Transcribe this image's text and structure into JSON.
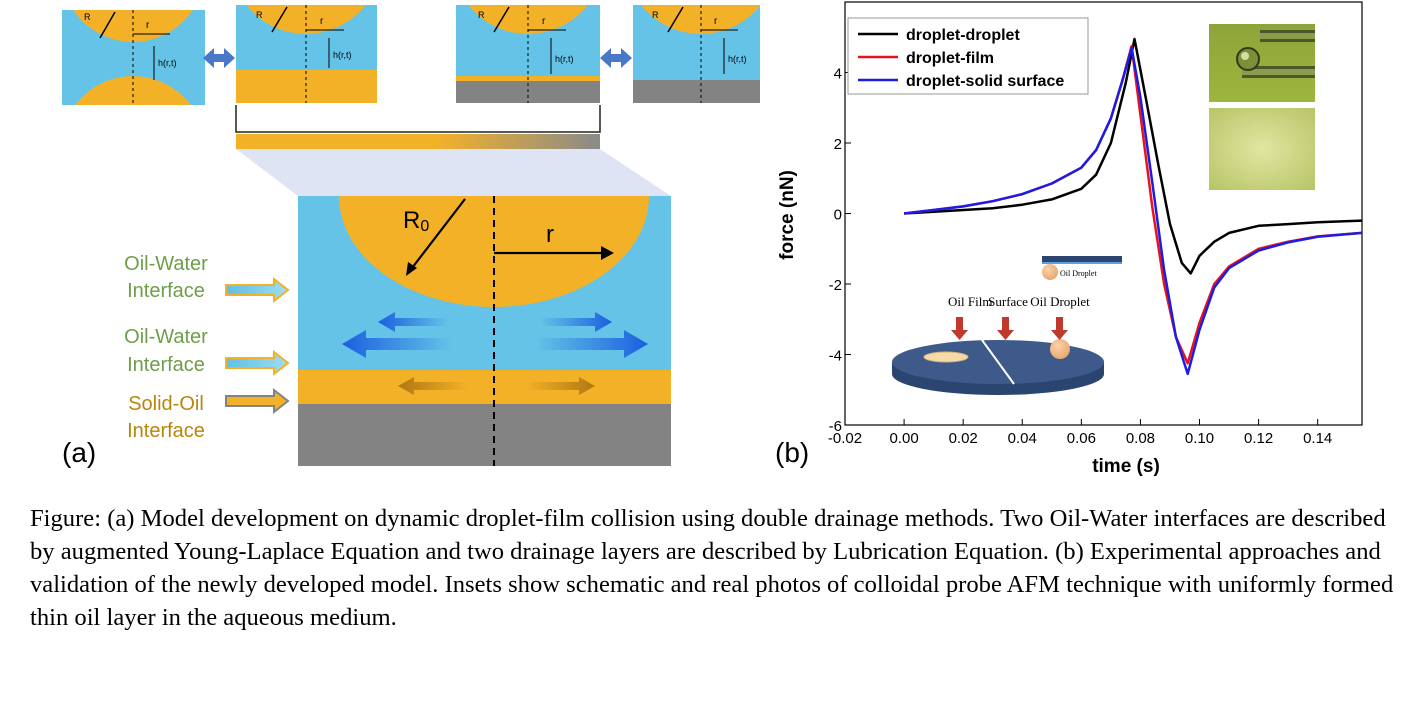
{
  "panel_a": {
    "label": "(a)",
    "symbols": {
      "radius": "R",
      "radius_sub": "0",
      "radial": "r",
      "height": "h(r,t)"
    },
    "interface_labels": [
      {
        "line1": "Oil-Water",
        "line2": "Interface",
        "color": "#6f9e4a"
      },
      {
        "line1": "Oil-Water",
        "line2": "Interface",
        "color": "#6f9e4a"
      },
      {
        "line1": "Solid-Oil",
        "line2": "Interface",
        "color": "#b8860b"
      }
    ],
    "colors": {
      "water": "#64c3e6",
      "oil": "#f3b128",
      "solid": "#838383",
      "arrow_blue": "#1a5fe0",
      "arrow_gold": "#c68a16",
      "double_arrow": "#4a78c8"
    }
  },
  "panel_b": {
    "label": "(b)",
    "insets": {
      "labels": [
        "Oil Film",
        "Surface",
        "Oil Droplet"
      ],
      "small_label": "Oil Droplet"
    }
  },
  "chart_data": {
    "type": "line",
    "xlabel": "time (s)",
    "ylabel": "force (nN)",
    "xlim": [
      -0.02,
      0.155
    ],
    "ylim": [
      -6,
      6
    ],
    "x_ticks": [
      "-0.02",
      "0.00",
      "0.02",
      "0.04",
      "0.06",
      "0.08",
      "0.10",
      "0.12",
      "0.14"
    ],
    "y_ticks": [
      "-6",
      "-4",
      "-2",
      "0",
      "2",
      "4"
    ],
    "legend_position": "top-left",
    "series": [
      {
        "name": "droplet-droplet",
        "color": "#000000",
        "x": [
          0.0,
          0.01,
          0.02,
          0.03,
          0.04,
          0.05,
          0.06,
          0.065,
          0.07,
          0.075,
          0.078,
          0.082,
          0.086,
          0.09,
          0.094,
          0.097,
          0.1,
          0.105,
          0.11,
          0.12,
          0.13,
          0.14,
          0.155
        ],
        "y": [
          0.0,
          0.05,
          0.1,
          0.15,
          0.25,
          0.4,
          0.7,
          1.1,
          2.0,
          3.7,
          4.95,
          3.2,
          1.4,
          -0.3,
          -1.4,
          -1.7,
          -1.2,
          -0.8,
          -0.55,
          -0.35,
          -0.3,
          -0.25,
          -0.2
        ]
      },
      {
        "name": "droplet-film",
        "color": "#e8141b",
        "x": [
          0.0,
          0.01,
          0.02,
          0.03,
          0.04,
          0.05,
          0.06,
          0.065,
          0.07,
          0.074,
          0.077,
          0.08,
          0.084,
          0.088,
          0.092,
          0.096,
          0.1,
          0.105,
          0.11,
          0.12,
          0.13,
          0.14,
          0.155
        ],
        "y": [
          0.0,
          0.1,
          0.2,
          0.35,
          0.55,
          0.85,
          1.3,
          1.8,
          2.7,
          3.8,
          4.75,
          2.8,
          0.2,
          -2.0,
          -3.5,
          -4.25,
          -3.1,
          -2.0,
          -1.5,
          -1.0,
          -0.8,
          -0.65,
          -0.55
        ]
      },
      {
        "name": "droplet-solid surface",
        "color": "#1c1ce6",
        "x": [
          0.0,
          0.01,
          0.02,
          0.03,
          0.04,
          0.05,
          0.06,
          0.065,
          0.07,
          0.074,
          0.077,
          0.08,
          0.084,
          0.088,
          0.092,
          0.096,
          0.1,
          0.105,
          0.11,
          0.12,
          0.13,
          0.14,
          0.155
        ],
        "y": [
          0.0,
          0.1,
          0.2,
          0.35,
          0.55,
          0.85,
          1.3,
          1.8,
          2.7,
          3.8,
          4.7,
          3.3,
          0.9,
          -1.6,
          -3.5,
          -4.55,
          -3.3,
          -2.1,
          -1.55,
          -1.05,
          -0.82,
          -0.66,
          -0.55
        ]
      }
    ]
  },
  "caption": "Figure: (a) Model development on dynamic droplet-film collision using double drainage methods. Two Oil-Water interfaces are described by augmented Young-Laplace Equation and two drainage layers are described by Lubrication Equation. (b) Experimental approaches and validation of the newly developed model. Insets show schematic and real photos of colloidal probe AFM technique with uniformly formed thin oil layer in the aqueous medium."
}
